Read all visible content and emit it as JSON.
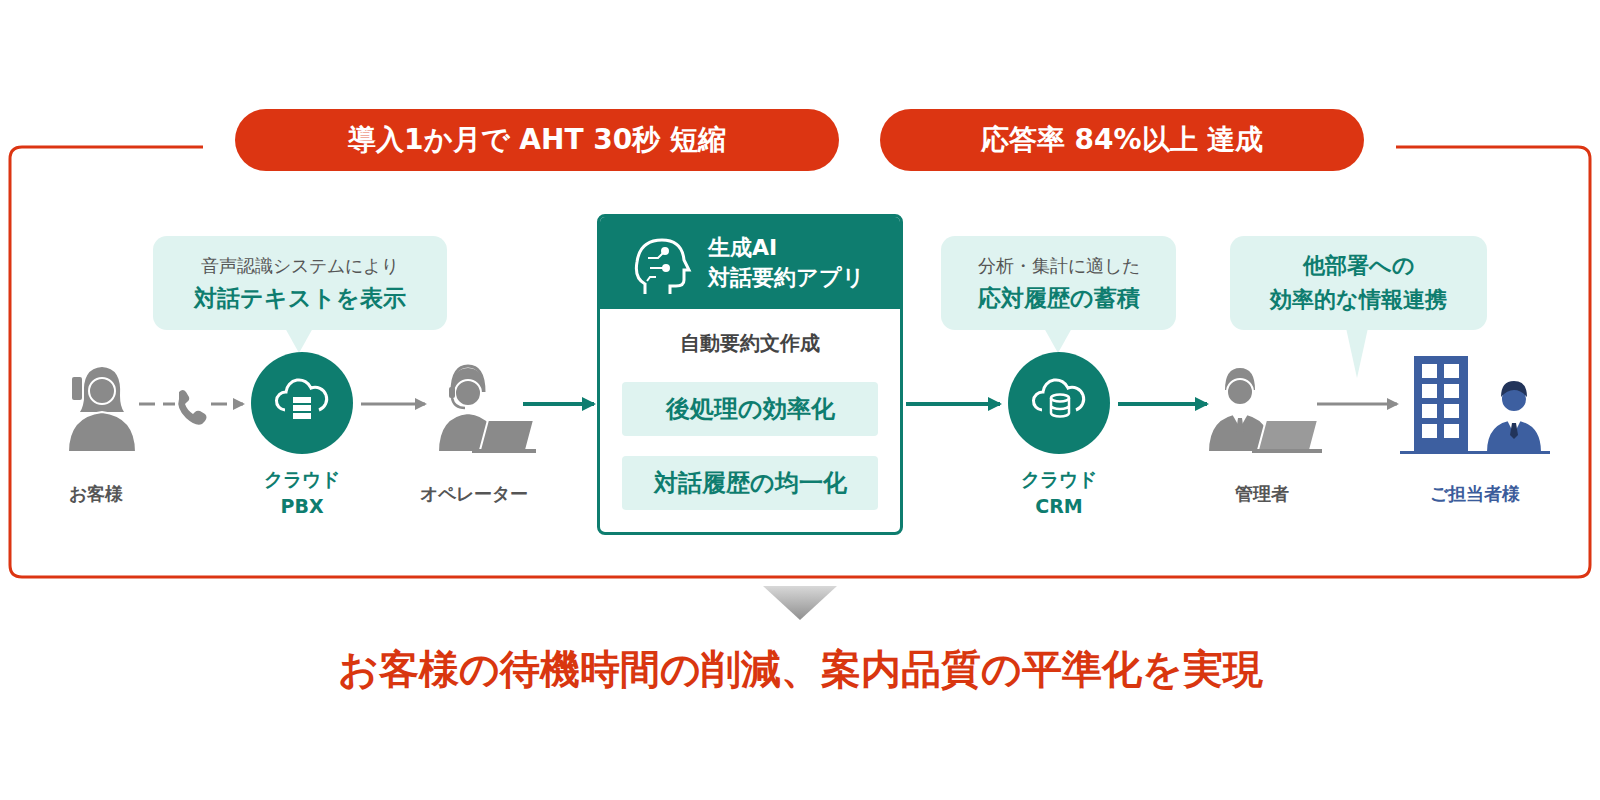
{
  "diagram": {
    "caption": "お客様の待機時間の削減、案内品質の平準化を実現",
    "nodes": [
      {
        "text": [
          "導入1か月で AHT 30秒 短縮"
        ]
      },
      {
        "text": [
          "応答率 84%以上 達成"
        ]
      },
      {
        "text": [
          "音声認識システムにより",
          "対話テキストを表示"
        ]
      },
      {
        "text": [
          "分析・集計に適した",
          "応対履歴の蓄積"
        ]
      },
      {
        "text": [
          "他部署への 効率的な情報連携"
        ]
      },
      {
        "text": [
          "お客様"
        ]
      },
      {
        "text": [
          "クラウド PBX"
        ]
      },
      {
        "text": [
          "オペレーター"
        ]
      },
      {
        "text": [
          "生成AI 対話要約アプリ",
          "自動要約文作成"
        ]
      },
      {
        "text": [
          "後処理の効率化"
        ],
        "in": 8
      },
      {
        "text": [
          "対話履歴の均一化"
        ],
        "in": 8
      },
      {
        "text": [
          "クラウド CRM"
        ]
      },
      {
        "text": [
          "管理者"
        ]
      },
      {
        "text": [
          "ご担当者様"
        ]
      }
    ],
    "edges": [
      {
        "from": 5,
        "to": 6,
        "arrow": "to"
      },
      {
        "from": 6,
        "to": 7,
        "arrow": "to"
      },
      {
        "from": 7,
        "to": 8,
        "arrow": "to"
      },
      {
        "from": 8,
        "to": 11,
        "arrow": "to"
      },
      {
        "from": 11,
        "to": 12,
        "arrow": "to"
      },
      {
        "from": 12,
        "to": 13,
        "arrow": "to"
      }
    ]
  }
}
